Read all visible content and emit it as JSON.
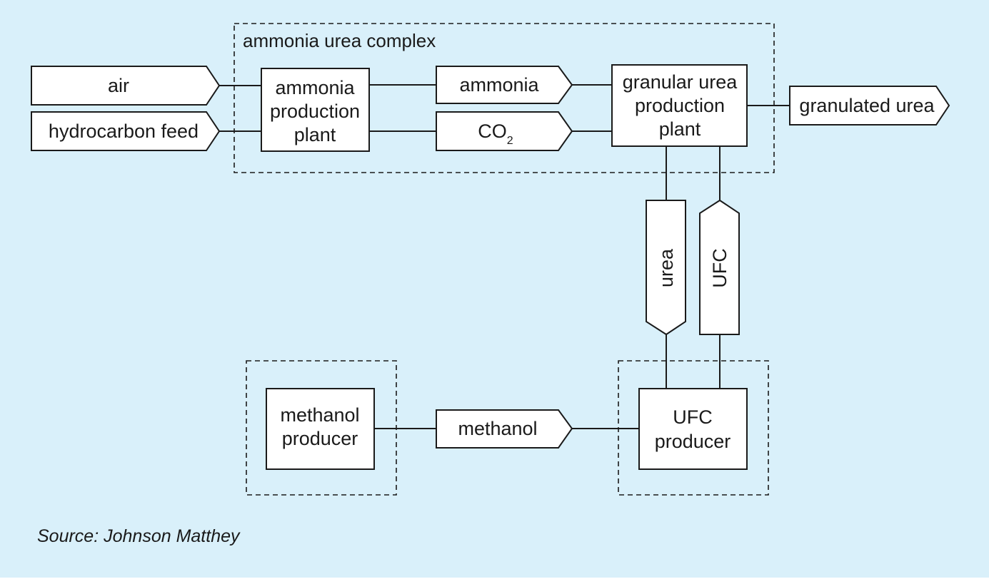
{
  "groups": {
    "ammonia_urea_complex": "ammonia urea complex"
  },
  "inputs": {
    "air": "air",
    "hydrocarbon_feed": "hydrocarbon feed"
  },
  "plants": {
    "ammonia_production": [
      "ammonia",
      "production",
      "plant"
    ],
    "granular_urea_production": [
      "granular urea",
      "production",
      "plant"
    ],
    "methanol_producer": [
      "methanol",
      "producer"
    ],
    "ufc_producer": [
      "UFC",
      "producer"
    ]
  },
  "flows": {
    "ammonia": "ammonia",
    "co2_base": "CO",
    "co2_subscript": "2",
    "granulated_urea": "granulated urea",
    "urea": "urea",
    "ufc": "UFC",
    "methanol": "methanol"
  },
  "source": "Source: Johnson Matthey"
}
